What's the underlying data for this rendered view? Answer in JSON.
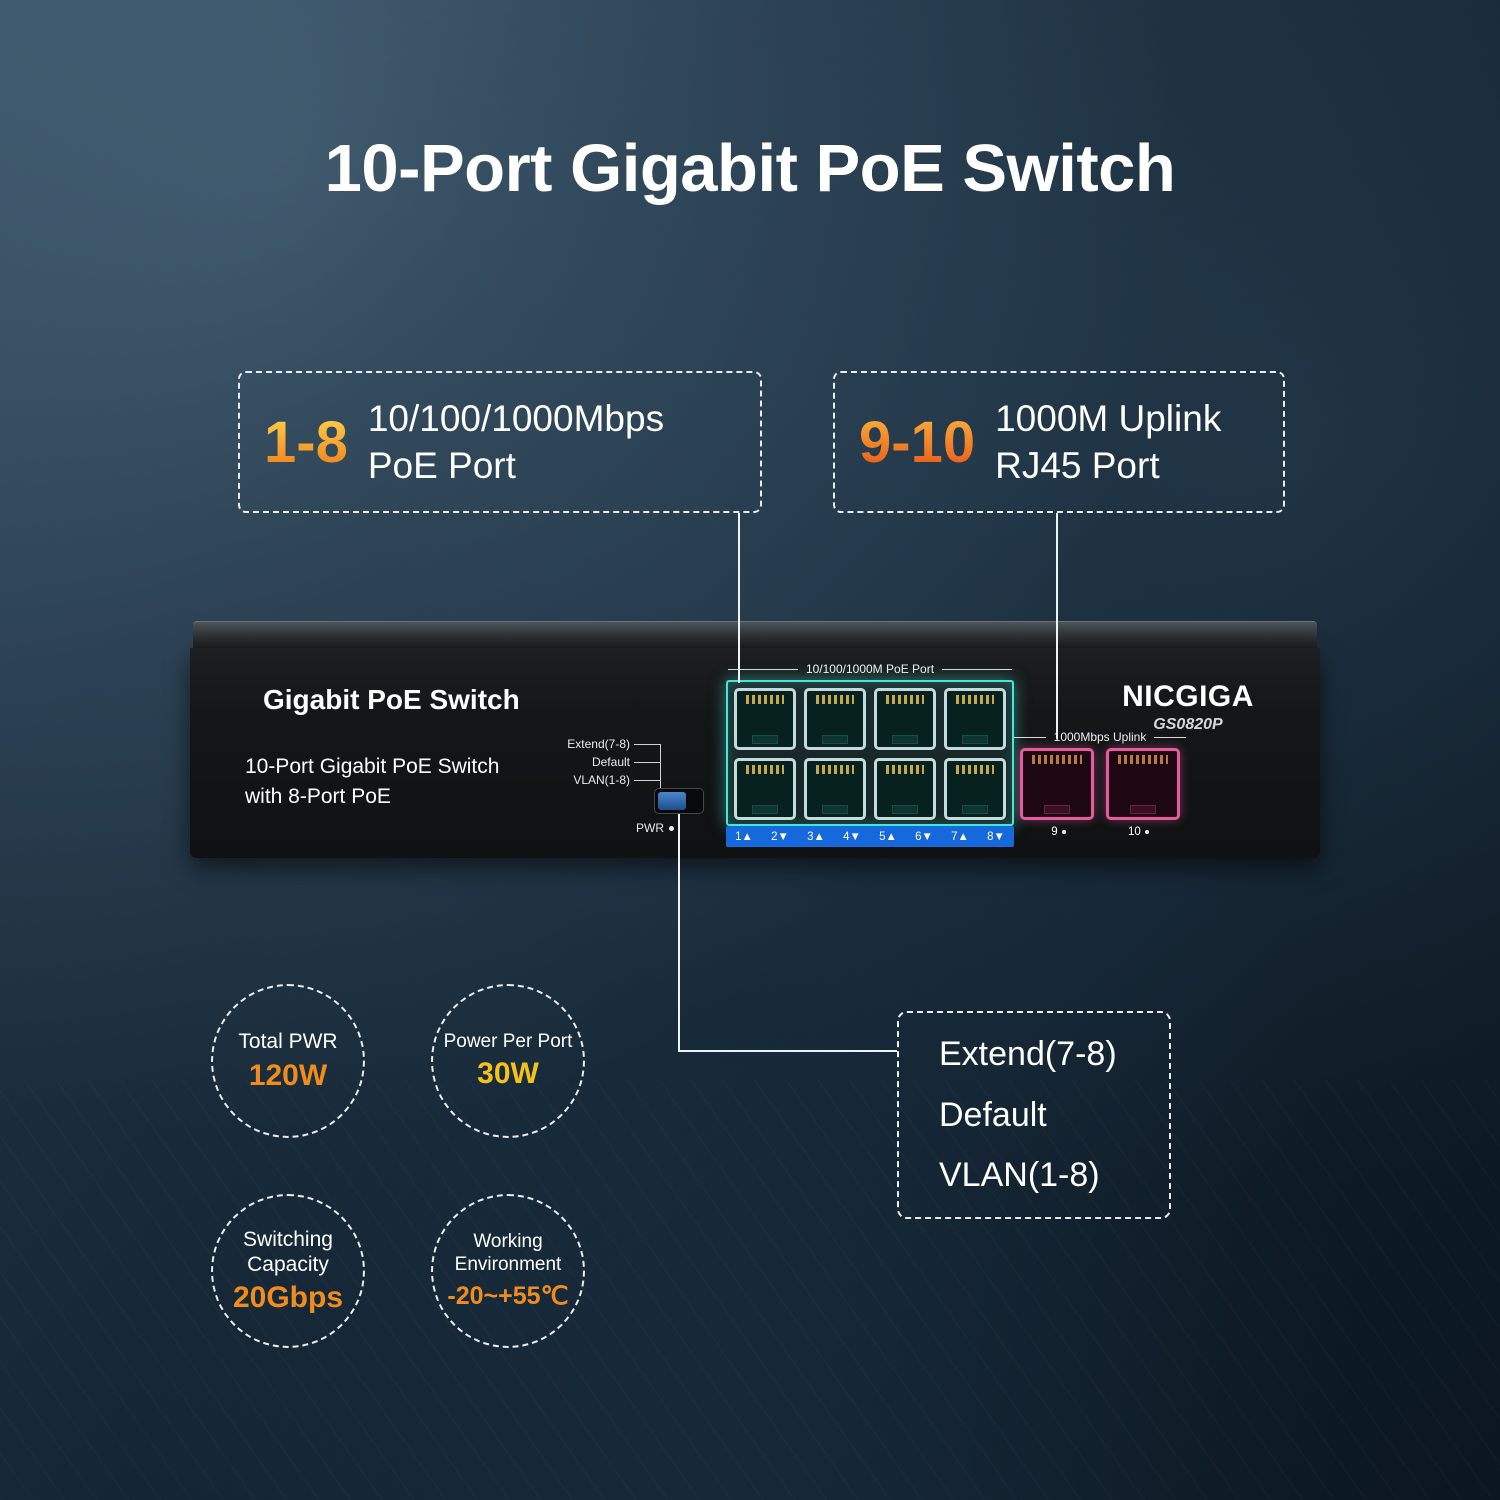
{
  "title": "10-Port Gigabit PoE Switch",
  "callouts": {
    "poe": {
      "range": "1-8",
      "line1": "10/100/1000Mbps",
      "line2": "PoE Port"
    },
    "uplink": {
      "range": "9-10",
      "line1": "1000M Uplink",
      "line2": "RJ45 Port"
    }
  },
  "switch": {
    "panel_title": "Gigabit PoE Switch",
    "panel_subtitle_line1": "10-Port Gigabit PoE Switch",
    "panel_subtitle_line2": "with 8-Port PoE",
    "brand": "NICGIGA",
    "model": "GS0820P",
    "toggle_labels": [
      "Extend(7-8)",
      "Default",
      "VLAN(1-8)"
    ],
    "pwr_label": "PWR",
    "poe_group_label": "10/100/1000M PoE Port",
    "uplink_group_label": "1000Mbps Uplink",
    "poe_port_numbers": [
      "1▲",
      "2▼",
      "3▲",
      "4▼",
      "5▲",
      "6▼",
      "7▲",
      "8▼"
    ],
    "uplink_port_numbers": [
      "9",
      "10"
    ]
  },
  "stats": [
    {
      "label_lines": [
        "Total PWR"
      ],
      "value": "120W"
    },
    {
      "label_lines": [
        "Power Per Port"
      ],
      "value": "30W"
    },
    {
      "label_lines": [
        "Switching",
        "Capacity"
      ],
      "value": "20Gbps"
    },
    {
      "label_lines": [
        "Working",
        "Environment"
      ],
      "value": "-20~+55℃"
    }
  ],
  "mode_box": {
    "lines": [
      "Extend(7-8)",
      "Default",
      "VLAN(1-8)"
    ]
  },
  "colors": {
    "poe_accent": "#45e6d8",
    "uplink_accent": "#e85aa0",
    "port_number_strip": "#1668dd",
    "value_orange": "#f08c1e",
    "value_yellow": "#f6c21a",
    "range_gradient_start": "#ffd24a",
    "range_gradient_end": "#f0821e"
  }
}
